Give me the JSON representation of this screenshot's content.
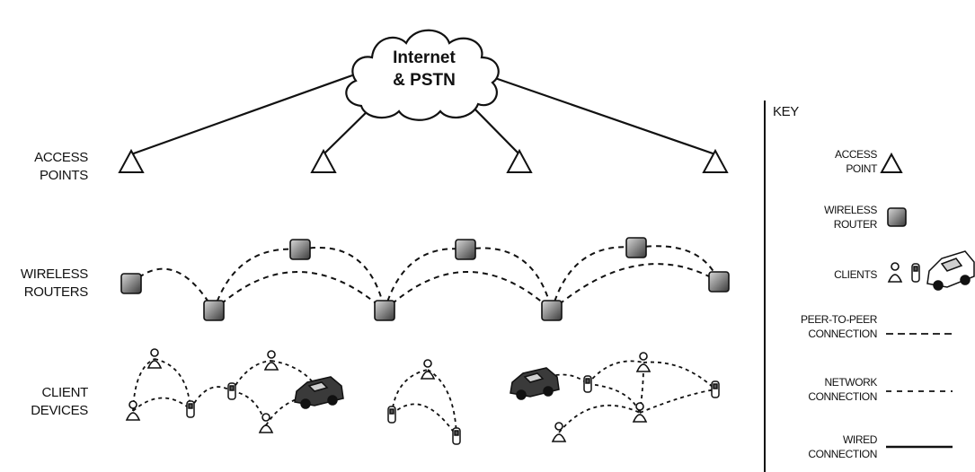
{
  "cloud": {
    "line1": "Internet",
    "line2": "& PSTN"
  },
  "tiers": {
    "access_points": [
      "ACCESS",
      "POINTS"
    ],
    "wireless_routers": [
      "WIRELESS",
      "ROUTERS"
    ],
    "client_devices": [
      "CLIENT",
      "DEVICES"
    ]
  },
  "key": {
    "title": "KEY",
    "access_point": [
      "ACCESS",
      "POINT"
    ],
    "wireless_router": [
      "WIRELESS",
      "ROUTER"
    ],
    "clients": "CLIENTS",
    "peer_to_peer": [
      "PEER-TO-PEER",
      "CONNECTION"
    ],
    "network": [
      "NETWORK",
      "CONNECTION"
    ],
    "wired": [
      "WIRED",
      "CONNECTION"
    ]
  },
  "icons": [
    "cloud-icon",
    "access-point-icon",
    "wireless-router-icon",
    "person-client-icon",
    "handheld-client-icon",
    "car-client-icon"
  ],
  "colors": {
    "ink": "#111111",
    "router_fill": "#8a8a8a",
    "background": "#ffffff"
  }
}
